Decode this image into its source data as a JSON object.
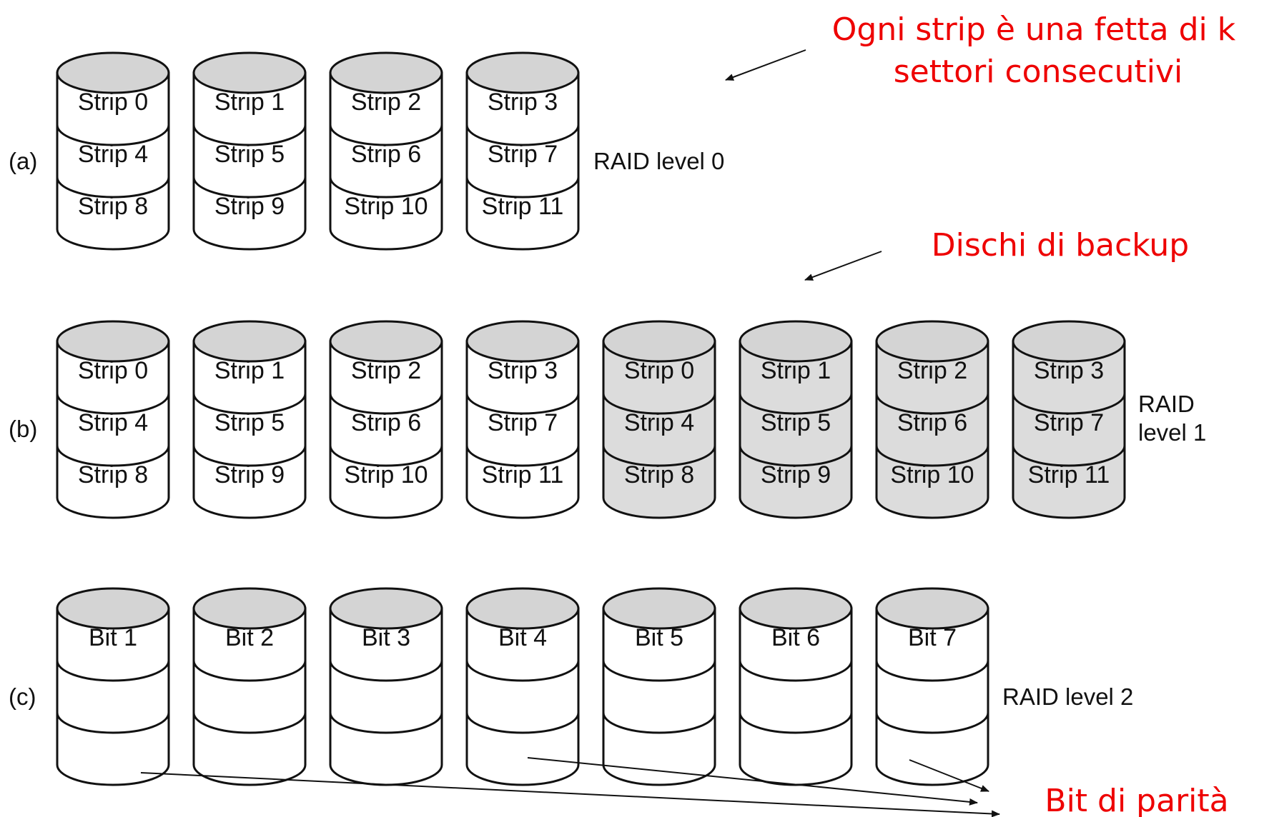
{
  "colors": {
    "primary_disk": "#ffffff",
    "backup_disk": "#dcdcdc",
    "disk_top": "#d4d4d4",
    "outline": "#111111",
    "annotation": "#ee0000"
  },
  "rows": [
    {
      "id": "a",
      "row_label": "(a)",
      "raid_label": [
        "RAID level 0"
      ],
      "disks": [
        {
          "backup": false,
          "strips": [
            "Strip 0",
            "Strip 4",
            "Strip 8"
          ]
        },
        {
          "backup": false,
          "strips": [
            "Strip 1",
            "Strip 5",
            "Strip 9"
          ]
        },
        {
          "backup": false,
          "strips": [
            "Strip 2",
            "Strip 6",
            "Strip 10"
          ]
        },
        {
          "backup": false,
          "strips": [
            "Strip 3",
            "Strip 7",
            "Strip 11"
          ]
        }
      ]
    },
    {
      "id": "b",
      "row_label": "(b)",
      "raid_label": [
        "RAID",
        "level 1"
      ],
      "disks": [
        {
          "backup": false,
          "strips": [
            "Strip 0",
            "Strip 4",
            "Strip 8"
          ]
        },
        {
          "backup": false,
          "strips": [
            "Strip 1",
            "Strip 5",
            "Strip 9"
          ]
        },
        {
          "backup": false,
          "strips": [
            "Strip 2",
            "Strip 6",
            "Strip 10"
          ]
        },
        {
          "backup": false,
          "strips": [
            "Strip 3",
            "Strip 7",
            "Strip 11"
          ]
        },
        {
          "backup": true,
          "strips": [
            "Strip 0",
            "Strip 4",
            "Strip 8"
          ]
        },
        {
          "backup": true,
          "strips": [
            "Strip 1",
            "Strip 5",
            "Strip 9"
          ]
        },
        {
          "backup": true,
          "strips": [
            "Strip 2",
            "Strip 6",
            "Strip 10"
          ]
        },
        {
          "backup": true,
          "strips": [
            "Strip 3",
            "Strip 7",
            "Strip 11"
          ]
        }
      ]
    },
    {
      "id": "c",
      "row_label": "(c)",
      "raid_label": [
        "RAID level 2"
      ],
      "disks": [
        {
          "backup": false,
          "strips": [
            "Bit 1",
            "",
            ""
          ]
        },
        {
          "backup": false,
          "strips": [
            "Bit 2",
            "",
            ""
          ]
        },
        {
          "backup": false,
          "strips": [
            "Bit 3",
            "",
            ""
          ]
        },
        {
          "backup": false,
          "strips": [
            "Bit 4",
            "",
            ""
          ]
        },
        {
          "backup": false,
          "strips": [
            "Bit 5",
            "",
            ""
          ]
        },
        {
          "backup": false,
          "strips": [
            "Bit 6",
            "",
            ""
          ]
        },
        {
          "backup": false,
          "strips": [
            "Bit 7",
            "",
            ""
          ]
        }
      ]
    }
  ],
  "annotations": {
    "strip_note": [
      "Ogni strip è una fetta di k",
      "settori consecutivi"
    ],
    "backup_note": "Dischi di backup",
    "parity_note": "Bit di parità"
  }
}
